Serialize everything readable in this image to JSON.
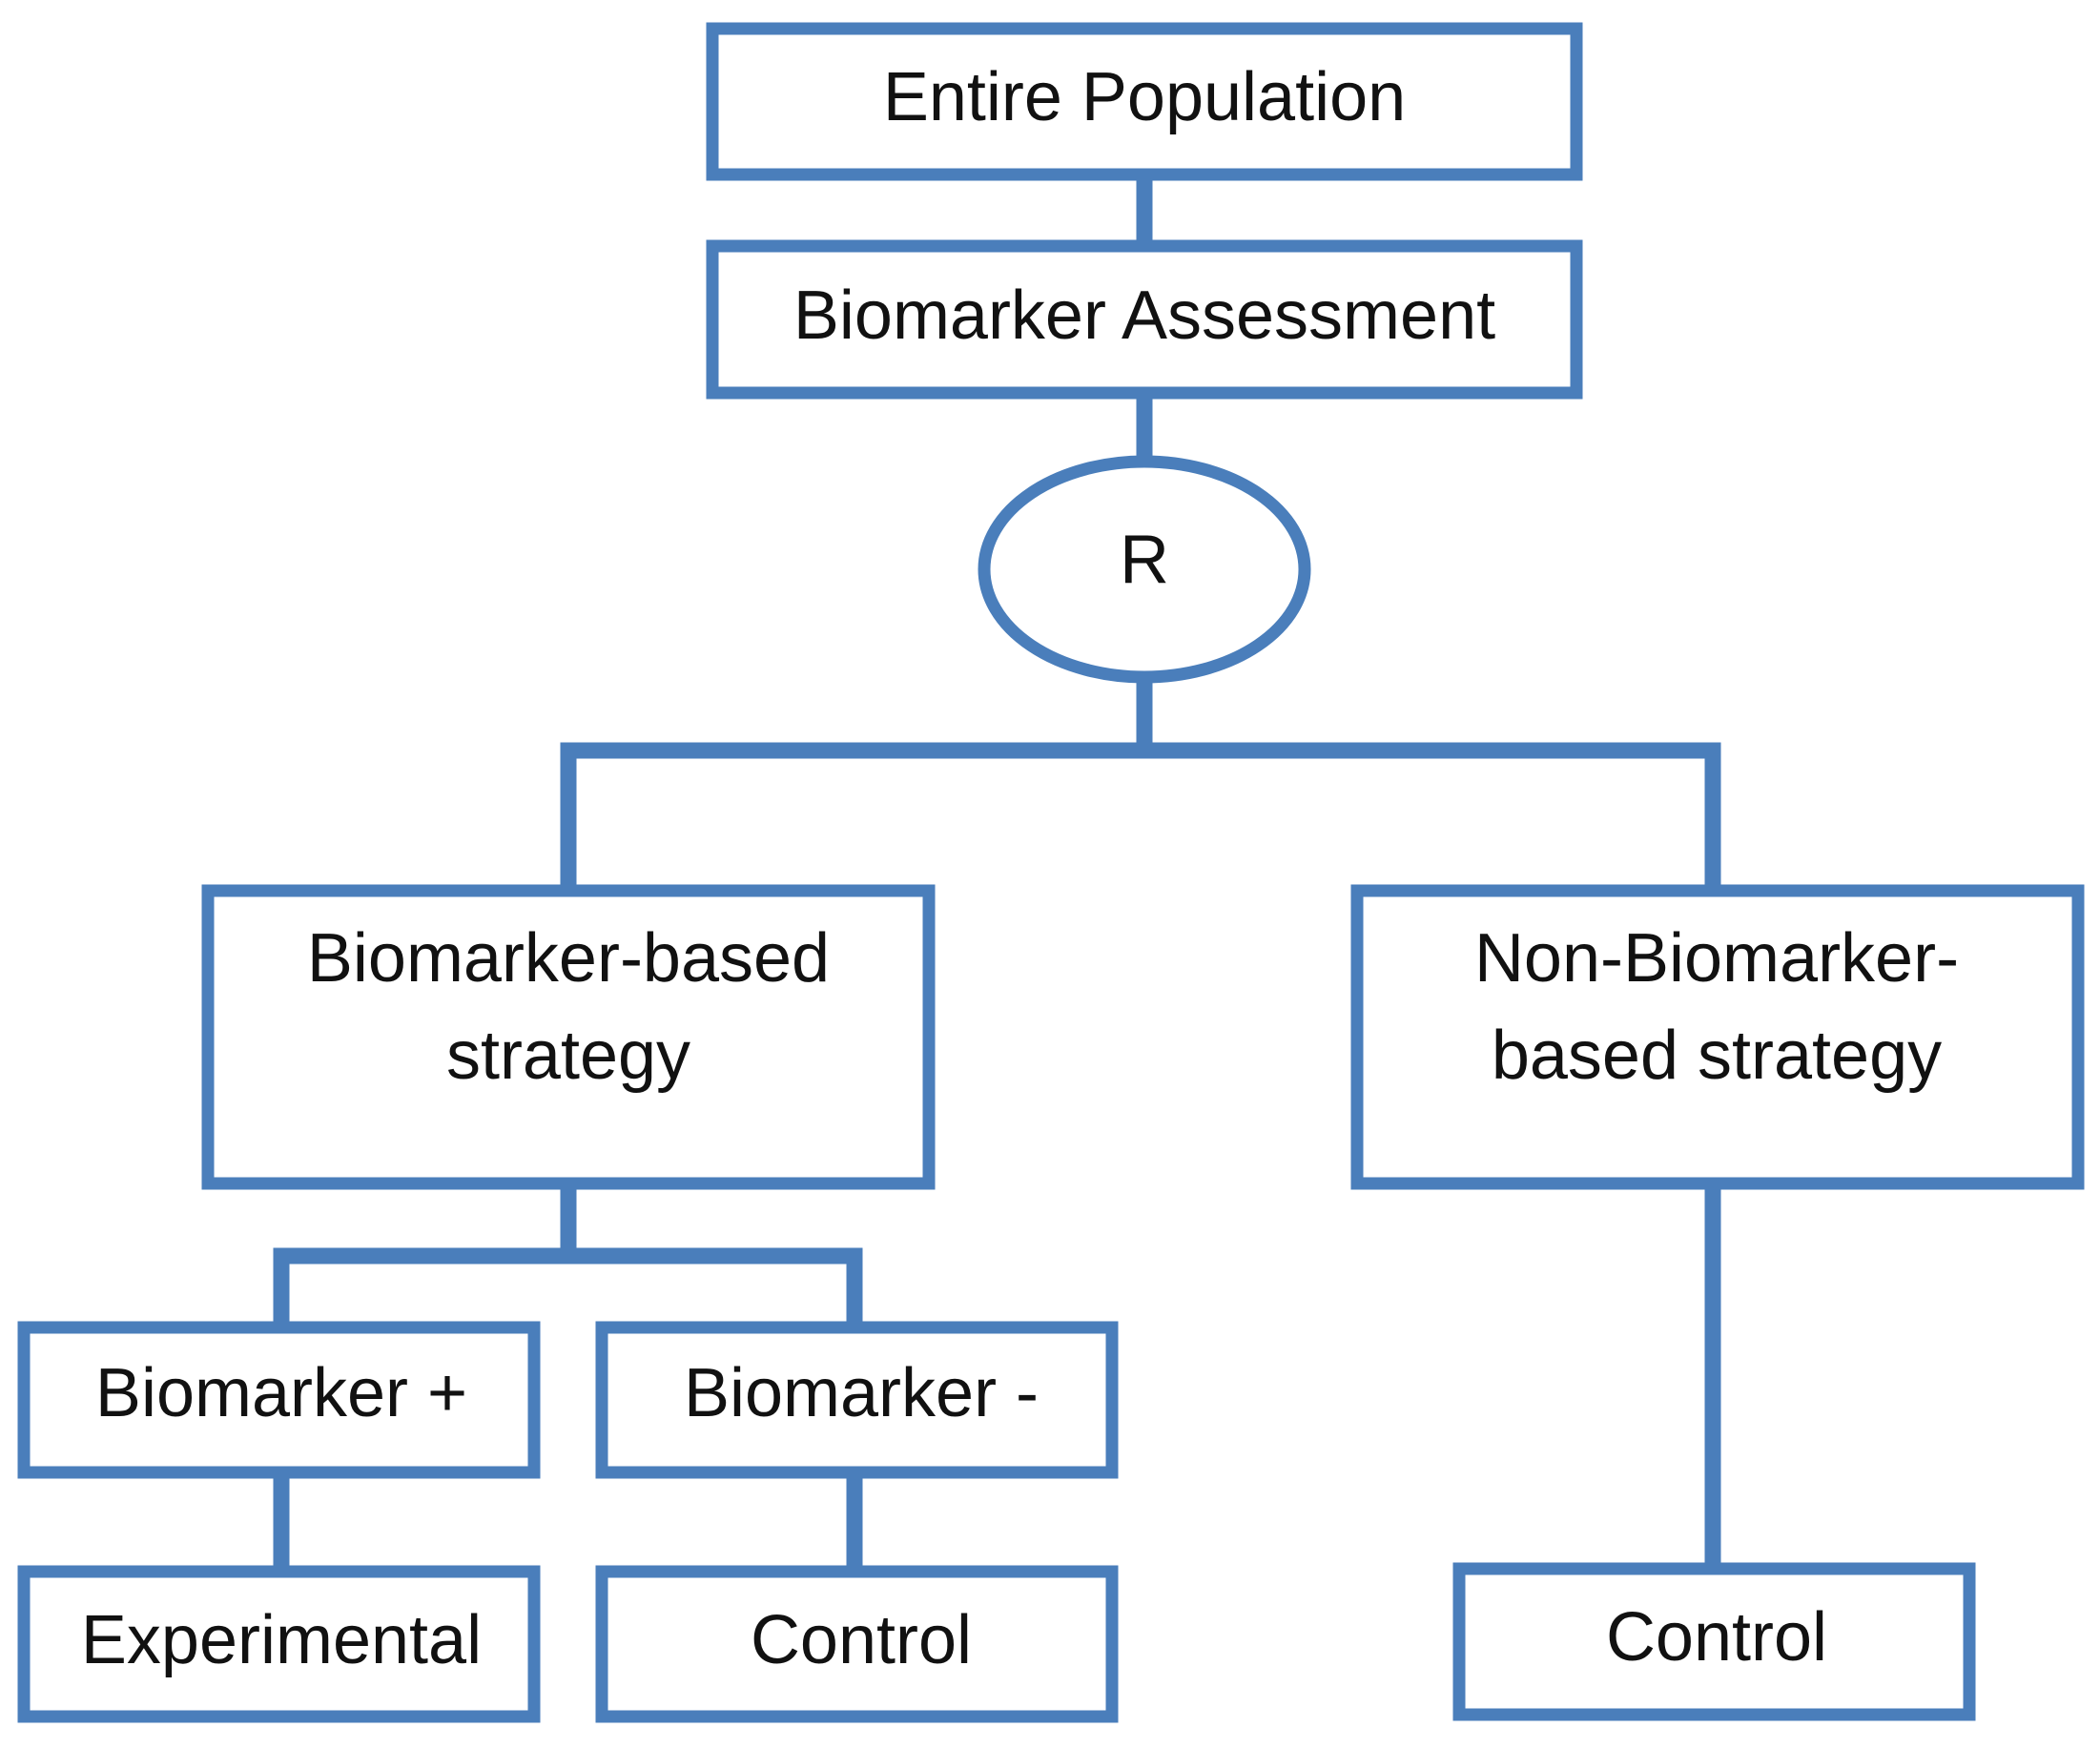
{
  "diagram": {
    "nodes": {
      "entire_population": "Entire Population",
      "biomarker_assessment": "Biomarker Assessment",
      "randomization": "R",
      "biomarker_strategy": [
        "Biomarker-based",
        "strategy"
      ],
      "non_biomarker_strategy": [
        "Non-Biomarker-",
        "based strategy"
      ],
      "biomarker_positive": "Biomarker +",
      "biomarker_negative": "Biomarker -",
      "experimental": "Experimental",
      "control_left": "Control",
      "control_right": "Control"
    },
    "colors": {
      "stroke": "#4a7ebb",
      "text": "#111111",
      "background": "#ffffff"
    }
  }
}
